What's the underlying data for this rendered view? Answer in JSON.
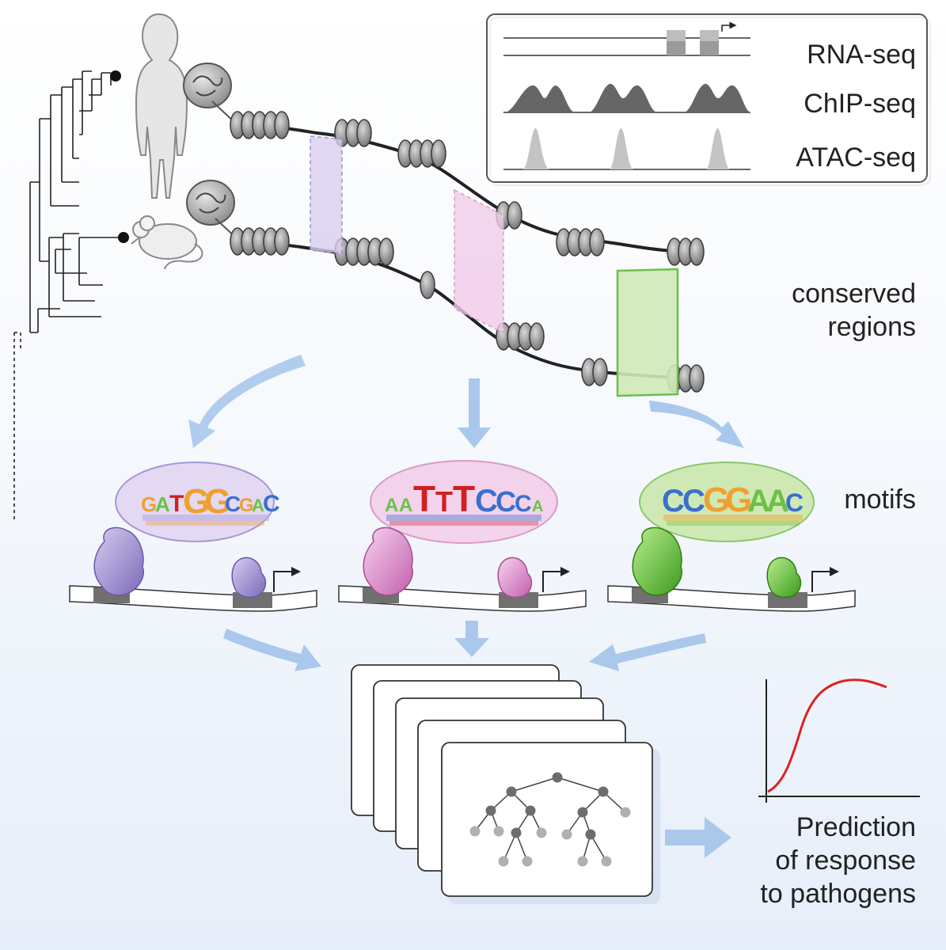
{
  "assays": {
    "rna": "RNA-seq",
    "chip": "ChIP-seq",
    "atac": "ATAC-seq"
  },
  "labels": {
    "conserved_line1": "conserved",
    "conserved_line2": "regions",
    "motifs": "motifs",
    "prediction_line1": "Prediction",
    "prediction_line2": "of response",
    "prediction_line3": "to pathogens"
  },
  "motif_logos": [
    {
      "letters": "GATGGCGAC",
      "color_theme": "#e3d9f3"
    },
    {
      "letters": "AATTTCCCA",
      "color_theme": "#f3d2ec"
    },
    {
      "letters": "CCGGAAC",
      "color_theme": "#cfe9b5"
    }
  ],
  "colors": {
    "purple": "#9f8fd0",
    "pink": "#d99bc9",
    "green": "#6dc048",
    "arrow": "#a9c8ec",
    "curve": "#e02020",
    "nucleosome": "#8c8c8c"
  },
  "icons": [
    "human-silhouette-icon",
    "mouse-icon",
    "cell-nucleus-icon",
    "decision-tree-icon"
  ]
}
